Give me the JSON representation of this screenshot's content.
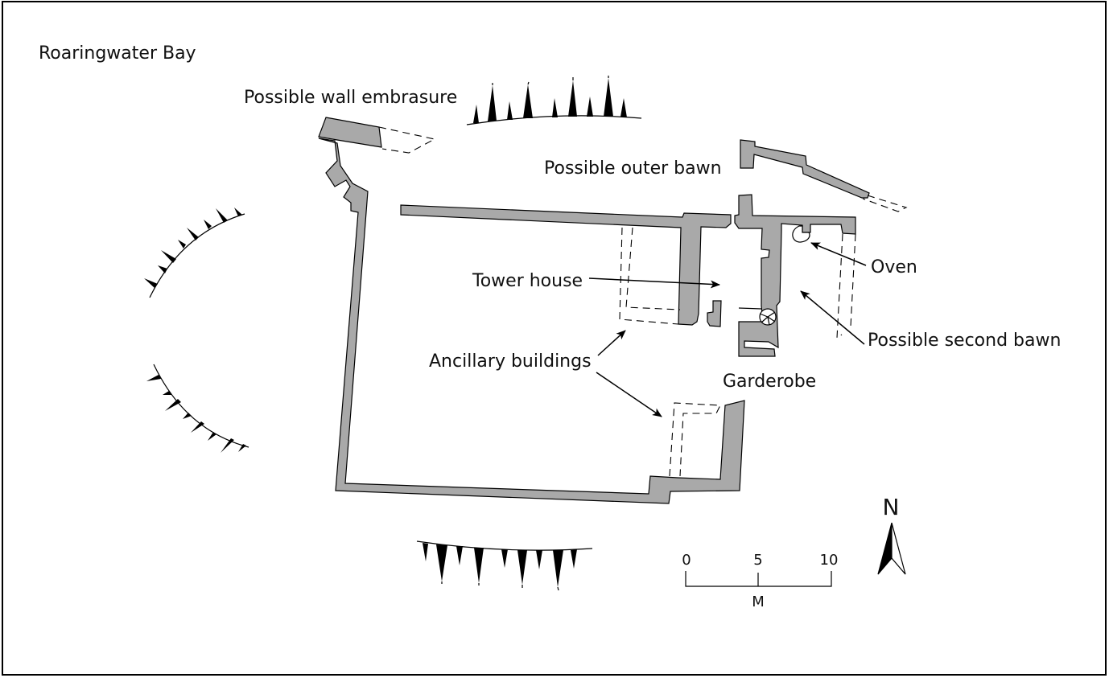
{
  "labels": {
    "bay": "Roaringwater Bay",
    "embrasure": "Possible wall embrasure",
    "outer_bawn": "Possible outer bawn",
    "tower_house": "Tower house",
    "oven": "Oven",
    "second_bawn": "Possible second bawn",
    "ancillary": "Ancillary buildings",
    "garderobe": "Garderobe"
  },
  "scale_bar": {
    "ticks": [
      "0",
      "5",
      "10"
    ],
    "unit": "M"
  },
  "north": "N",
  "colors": {
    "wall_fill": "#a9a9a9",
    "stroke": "#000000",
    "background": "#ffffff"
  }
}
